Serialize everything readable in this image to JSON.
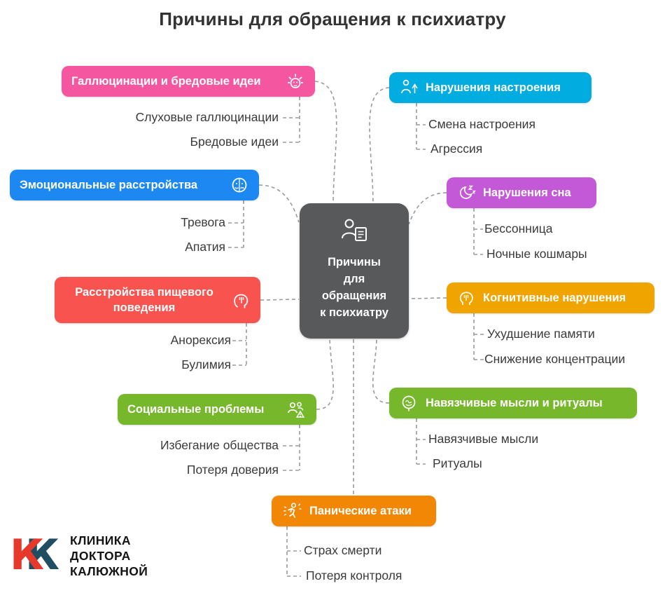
{
  "title": "Причины для обращения к психиатру",
  "center": {
    "lines": [
      "Причины",
      "для",
      "обращения",
      "к психиатру"
    ],
    "bg_color": "#58595b"
  },
  "branches": [
    {
      "label": "Галлюцинации и бредовые идеи",
      "color": "#F457A0",
      "side": "left",
      "children": [
        "Слуховые галлюцинации",
        "Бредовые идеи"
      ]
    },
    {
      "label": "Эмоциональные расстройства",
      "color": "#1E88F2",
      "side": "left",
      "children": [
        "Тревога",
        "Апатия"
      ]
    },
    {
      "label": "Расстройства пищевого поведения",
      "color": "#F9534F",
      "side": "left",
      "children": [
        "Анорексия",
        "Булимия"
      ]
    },
    {
      "label": "Социальные проблемы",
      "color": "#77B72B",
      "side": "left",
      "children": [
        "Избегание общества",
        "Потеря доверия"
      ]
    },
    {
      "label": "Нарушения настроения",
      "color": "#00ACE0",
      "side": "right",
      "children": [
        "Смена настроения",
        "Агрессия"
      ]
    },
    {
      "label": "Нарушения сна",
      "color": "#C459D8",
      "side": "right",
      "children": [
        "Бессонница",
        "Ночные кошмары"
      ]
    },
    {
      "label": "Когнитивные нарушения",
      "color": "#EFA400",
      "side": "right",
      "children": [
        "Ухудшение памяти",
        "Снижение концентрации"
      ]
    },
    {
      "label": "Навязчивые мысли и ритуалы",
      "color": "#77B72B",
      "side": "right",
      "children": [
        "Навязчивые мысли",
        "Ритуалы"
      ]
    },
    {
      "label": "Панические атаки",
      "color": "#F28705",
      "side": "bottom",
      "children": [
        "Страх смерти",
        "Потеря контроля"
      ]
    }
  ],
  "connector_color": "#9B9B9B",
  "logo": {
    "k_letter": "К",
    "k_front_color": "#E6392C",
    "k_back_color": "#1F4E63",
    "lines": [
      "КЛИНИКА",
      "ДОКТОРА",
      "КАЛЮЖНОЙ"
    ]
  }
}
